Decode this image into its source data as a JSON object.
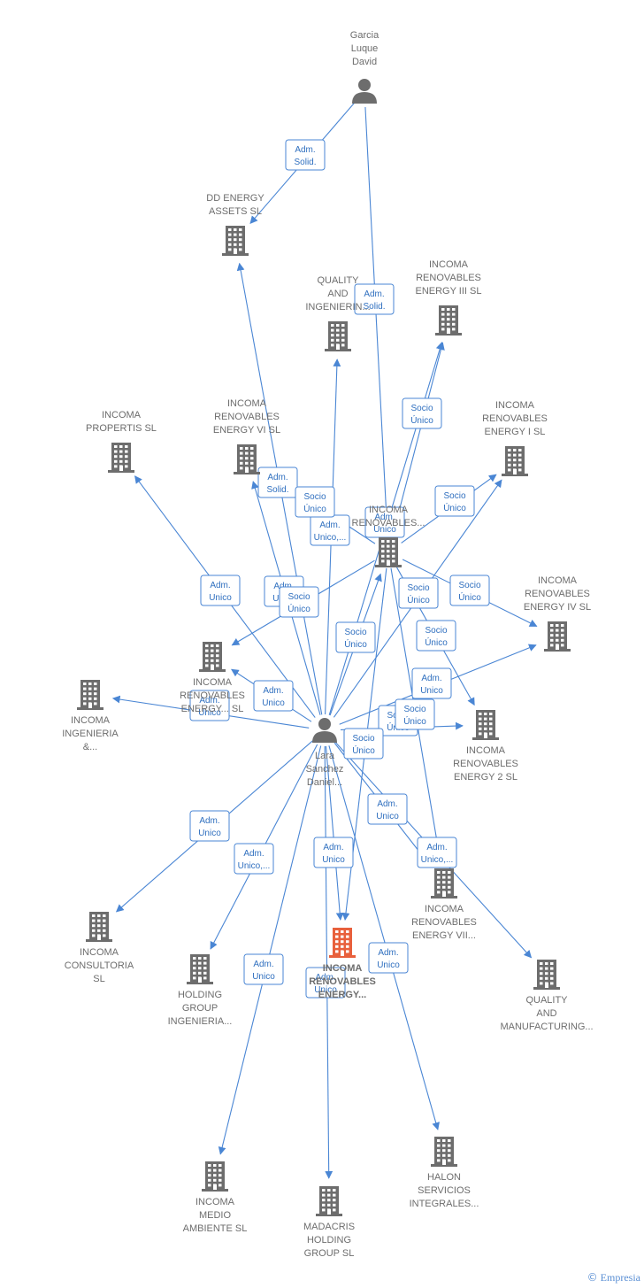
{
  "colors": {
    "edge": "#4a86d4",
    "company": "#6d6d6d",
    "company_main": "#e8603c",
    "person": "#6d6d6d"
  },
  "footer": {
    "copyright_symbol": "©",
    "brand": "Empresia"
  },
  "nodes": [
    {
      "id": "garcia",
      "kind": "person",
      "label": [
        "Garcia",
        "Luque",
        "David"
      ]
    },
    {
      "id": "lara",
      "kind": "person",
      "label": [
        "Lara",
        "Sanchez",
        "Daniel..."
      ]
    },
    {
      "id": "dd",
      "kind": "company",
      "label": [
        "DD ENERGY",
        "ASSETS  SL"
      ]
    },
    {
      "id": "quality_ing",
      "kind": "company",
      "label": [
        "QUALITY",
        "AND",
        "INGENIERIN..."
      ]
    },
    {
      "id": "energy3",
      "kind": "company",
      "label": [
        "INCOMA",
        "RENOVABLES",
        "ENERGY III  SL"
      ]
    },
    {
      "id": "propertis",
      "kind": "company",
      "label": [
        "INCOMA",
        "PROPERTIS  SL"
      ]
    },
    {
      "id": "energy6",
      "kind": "company",
      "label": [
        "INCOMA",
        "RENOVABLES",
        "ENERGY VI  SL"
      ]
    },
    {
      "id": "renovables_c",
      "kind": "company",
      "label": [
        "INCOMA",
        "RENOVABLES..."
      ]
    },
    {
      "id": "energy1",
      "kind": "company",
      "label": [
        "INCOMA",
        "RENOVABLES",
        "ENERGY I  SL"
      ]
    },
    {
      "id": "energy4",
      "kind": "company",
      "label": [
        "INCOMA",
        "RENOVABLES",
        "ENERGY IV  SL"
      ]
    },
    {
      "id": "ren_energy",
      "kind": "company",
      "label": [
        "INCOMA",
        "RENOVABLES",
        "ENERGY...  SL"
      ]
    },
    {
      "id": "ingenieria",
      "kind": "company",
      "label": [
        "INCOMA",
        "INGENIERIA",
        "&..."
      ]
    },
    {
      "id": "energy2",
      "kind": "company",
      "label": [
        "INCOMA",
        "RENOVABLES",
        "ENERGY 2  SL"
      ]
    },
    {
      "id": "energy7",
      "kind": "company",
      "label": [
        "INCOMA",
        "RENOVABLES",
        "ENERGY VII..."
      ]
    },
    {
      "id": "consultoria",
      "kind": "company",
      "label": [
        "INCOMA",
        "CONSULTORIA",
        "SL"
      ]
    },
    {
      "id": "holding_group",
      "kind": "company",
      "label": [
        "HOLDING",
        "GROUP",
        "INGENIERIA..."
      ]
    },
    {
      "id": "main",
      "kind": "company_main",
      "label": [
        "INCOMA",
        "RENOVABLES",
        "ENERGY..."
      ]
    },
    {
      "id": "quality_man",
      "kind": "company",
      "label": [
        "QUALITY",
        "AND",
        "MANUFACTURING..."
      ]
    },
    {
      "id": "medio",
      "kind": "company",
      "label": [
        "INCOMA",
        "MEDIO",
        "AMBIENTE  SL"
      ]
    },
    {
      "id": "halon",
      "kind": "company",
      "label": [
        "HALON",
        "SERVICIOS",
        "INTEGRALES..."
      ]
    },
    {
      "id": "madacris",
      "kind": "company",
      "label": [
        "MADACRIS",
        "HOLDING",
        "GROUP  SL"
      ]
    }
  ],
  "edges": [
    {
      "from": "garcia",
      "to": "dd",
      "role": [
        "Adm.",
        "Solid."
      ]
    },
    {
      "from": "garcia",
      "to": "renovables_c",
      "role": [
        "Adm.",
        "Solid."
      ]
    },
    {
      "from": "lara",
      "to": "dd",
      "role": [
        "Adm.",
        "Solid."
      ]
    },
    {
      "from": "lara",
      "to": "quality_ing",
      "role": [
        "Adm.",
        "Unico,..."
      ]
    },
    {
      "from": "lara",
      "to": "energy3",
      "role": [
        "Socio",
        "Único"
      ]
    },
    {
      "from": "lara",
      "to": "propertis",
      "role": [
        "Adm.",
        "Unico"
      ]
    },
    {
      "from": "lara",
      "to": "energy6",
      "role": [
        "Adm.",
        "Unico"
      ]
    },
    {
      "from": "lara",
      "to": "renovables_c",
      "role": [
        "Adm.",
        "Unico"
      ]
    },
    {
      "from": "lara",
      "to": "energy1",
      "role": [
        "Socio",
        "Único"
      ]
    },
    {
      "from": "lara",
      "to": "energy4",
      "role": [
        "Adm.",
        "Unico"
      ]
    },
    {
      "from": "lara",
      "to": "ren_energy",
      "role": [
        "Adm.",
        "Unico"
      ]
    },
    {
      "from": "lara",
      "to": "ingenieria",
      "role": [
        "Adm.",
        "Unico"
      ]
    },
    {
      "from": "lara",
      "to": "energy2",
      "role": [
        "Socio",
        "Único"
      ]
    },
    {
      "from": "lara",
      "to": "energy7",
      "role": [
        "Adm.",
        "Unico,..."
      ]
    },
    {
      "from": "lara",
      "to": "consultoria",
      "role": [
        "Adm.",
        "Unico"
      ]
    },
    {
      "from": "lara",
      "to": "holding_group",
      "role": [
        "Adm.",
        "Unico,..."
      ]
    },
    {
      "from": "lara",
      "to": "main",
      "role": [
        "Adm.",
        "Unico"
      ]
    },
    {
      "from": "lara",
      "to": "quality_man",
      "role": [
        "Adm.",
        "Unico"
      ]
    },
    {
      "from": "lara",
      "to": "medio",
      "role": [
        "Adm.",
        "Unico"
      ]
    },
    {
      "from": "lara",
      "to": "halon",
      "role": [
        "Adm.",
        "Unico"
      ]
    },
    {
      "from": "lara",
      "to": "madacris",
      "role": [
        "Adm.",
        "Unico"
      ]
    },
    {
      "from": "renovables_c",
      "to": "energy3",
      "role": [
        "Socio",
        "Único"
      ]
    },
    {
      "from": "renovables_c",
      "to": "energy1",
      "role": [
        "Socio",
        "Único"
      ]
    },
    {
      "from": "renovables_c",
      "to": "energy4",
      "role": [
        "Socio",
        "Único"
      ]
    },
    {
      "from": "renovables_c",
      "to": "energy6",
      "role": [
        "Socio",
        "Único"
      ]
    },
    {
      "from": "renovables_c",
      "to": "ren_energy",
      "role": [
        "Socio",
        "Único"
      ]
    },
    {
      "from": "renovables_c",
      "to": "energy2",
      "role": [
        "Socio",
        "Único"
      ]
    },
    {
      "from": "renovables_c",
      "to": "energy7",
      "role": [
        "Socio",
        "Único"
      ]
    },
    {
      "from": "renovables_c",
      "to": "main",
      "role": [
        "Socio",
        "Único"
      ]
    }
  ]
}
